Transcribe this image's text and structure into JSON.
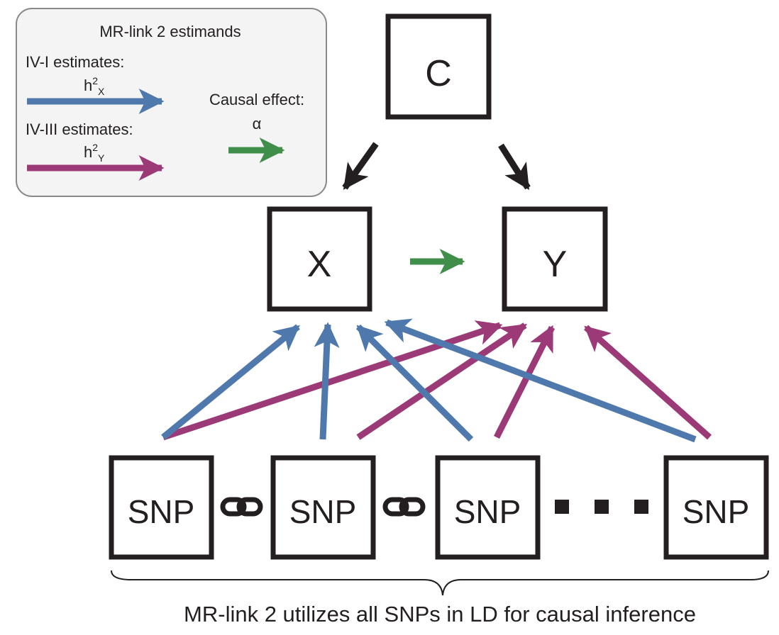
{
  "legend": {
    "title": "MR-link 2 estimands",
    "iv1_label": "IV-I estimates:",
    "iv1_symbol_base": "h",
    "iv1_symbol_sup": "2",
    "iv1_symbol_sub": "X",
    "iv3_label": "IV-III estimates:",
    "iv3_symbol_base": "h",
    "iv3_symbol_sup": "2",
    "iv3_symbol_sub": "Y",
    "causal_label": "Causal effect:",
    "causal_symbol": "α"
  },
  "nodes": {
    "confounder": "C",
    "exposure": "X",
    "outcome": "Y",
    "snp1": "SNP",
    "snp2": "SNP",
    "snp3": "SNP",
    "snp4": "SNP"
  },
  "caption": "MR-link 2 utilizes all SNPs in LD for causal inference",
  "colors": {
    "iv1_blue": "#4f79ac",
    "iv3_purple": "#9c3a78",
    "causal_green": "#3f8f4a",
    "black": "#231f20",
    "legend_bg": "#f4f4f4"
  },
  "icons": {
    "ld_link": "chain-link-icon",
    "continuation": "ellipsis-dots"
  }
}
